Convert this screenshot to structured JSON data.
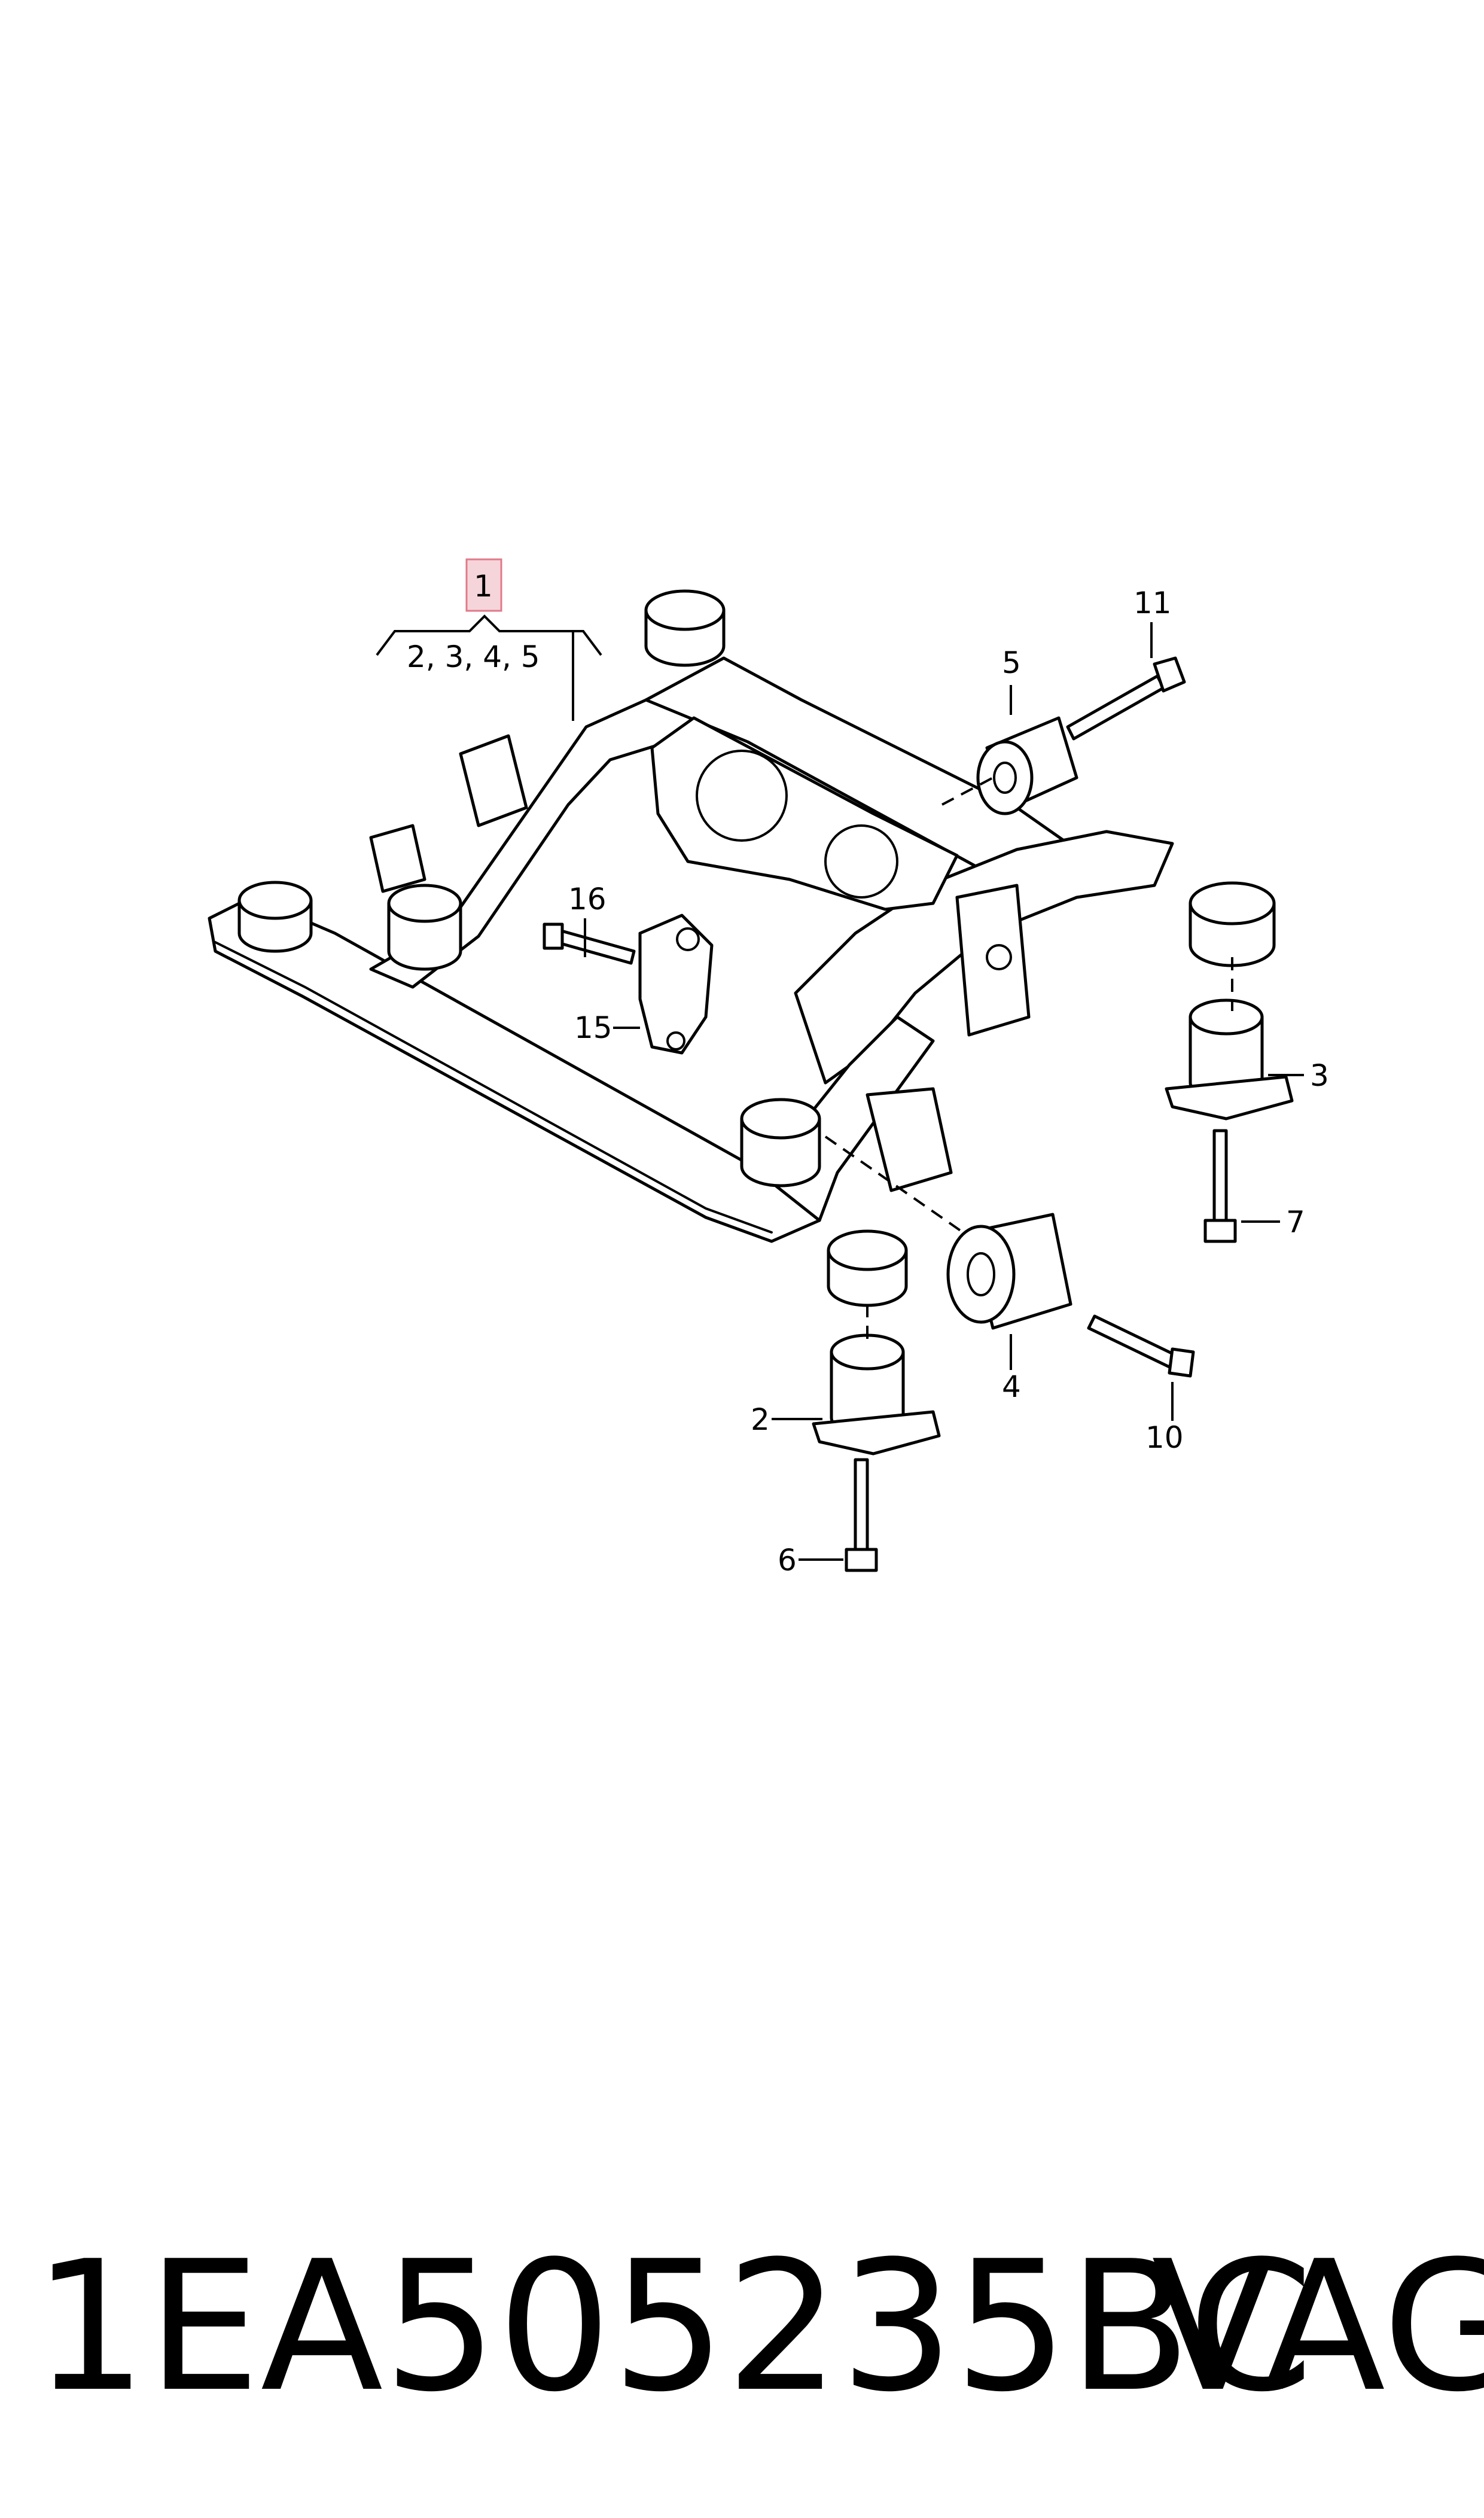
{
  "diagram": {
    "callouts": {
      "c1": "1",
      "c1_sub": "2, 3, 4, 5",
      "c2": "2",
      "c3": "3",
      "c4": "4",
      "c5": "5",
      "c6": "6",
      "c7": "7",
      "c10": "10",
      "c11": "11",
      "c15": "15",
      "c16": "16"
    },
    "highlight_color": "#f6d5da",
    "highlight_border": "#e07a8a"
  },
  "footer": {
    "part_number": "1EA505235BC",
    "brand": "VAG"
  }
}
